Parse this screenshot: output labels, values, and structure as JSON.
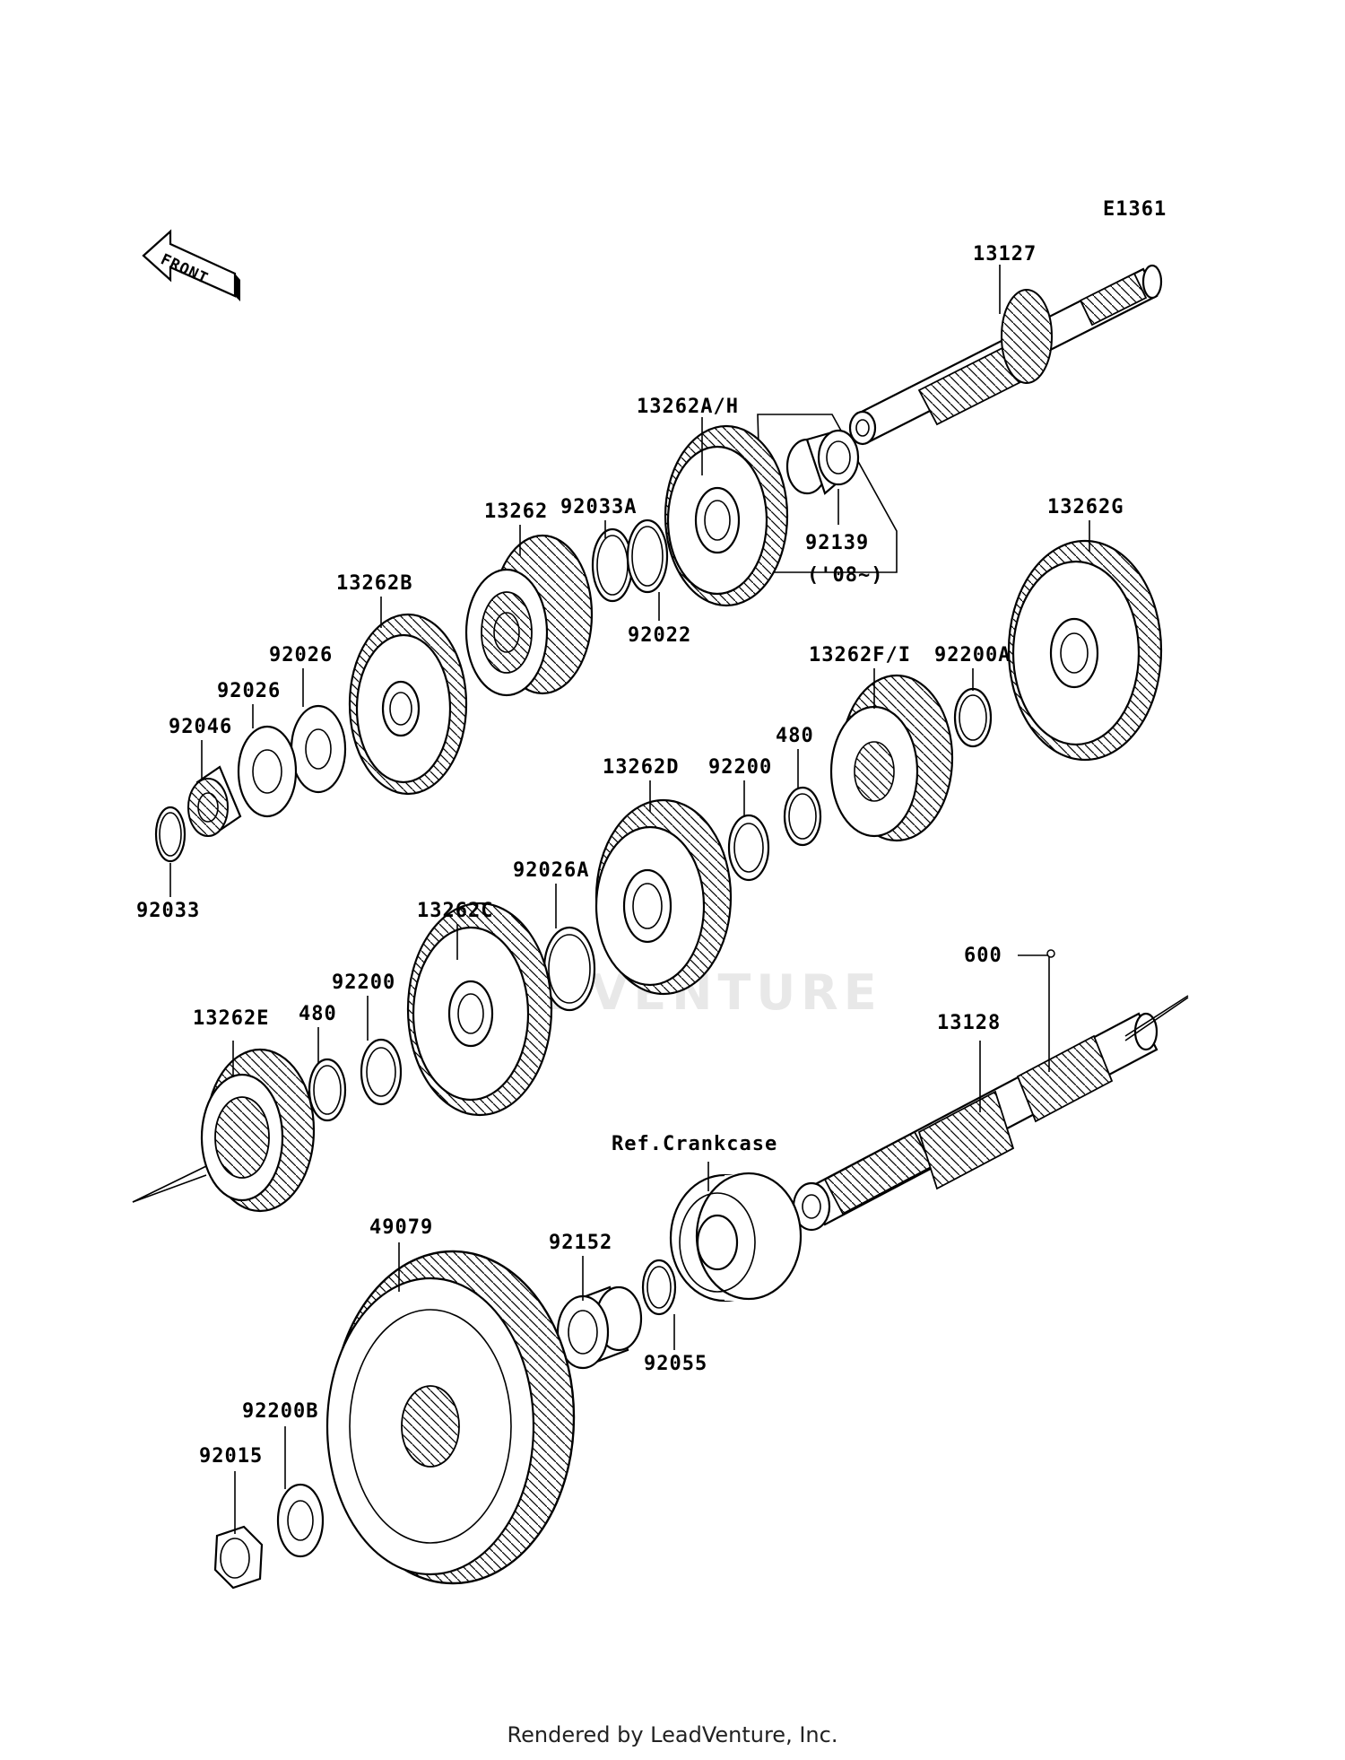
{
  "diagram_code": "E1361",
  "front_label": "FRONT",
  "footer": "Rendered by LeadVenture, Inc.",
  "watermark": "ADVENTURE",
  "labels": {
    "p13127": "13127",
    "p13262AH": "13262A/H",
    "p92139": "92139",
    "p92139_note": "('08~)",
    "p13262G": "13262G",
    "p92033A": "92033A",
    "p13262": "13262",
    "p92022": "92022",
    "p13262B": "13262B",
    "p92026a": "92026",
    "p92026b": "92026",
    "p92046": "92046",
    "p92033": "92033",
    "p13262FI": "13262F/I",
    "p92200A": "92200A",
    "p480a": "480",
    "p92200a": "92200",
    "p13262D": "13262D",
    "p13262C": "13262C",
    "p92026A": "92026A",
    "p92200b": "92200",
    "p480b": "480",
    "p13262E": "13262E",
    "p600": "600",
    "p13128": "13128",
    "refCrankcase": "Ref.Crankcase",
    "p49079": "49079",
    "p92152": "92152",
    "p92055": "92055",
    "p92200B": "92200B",
    "p92015": "92015"
  }
}
